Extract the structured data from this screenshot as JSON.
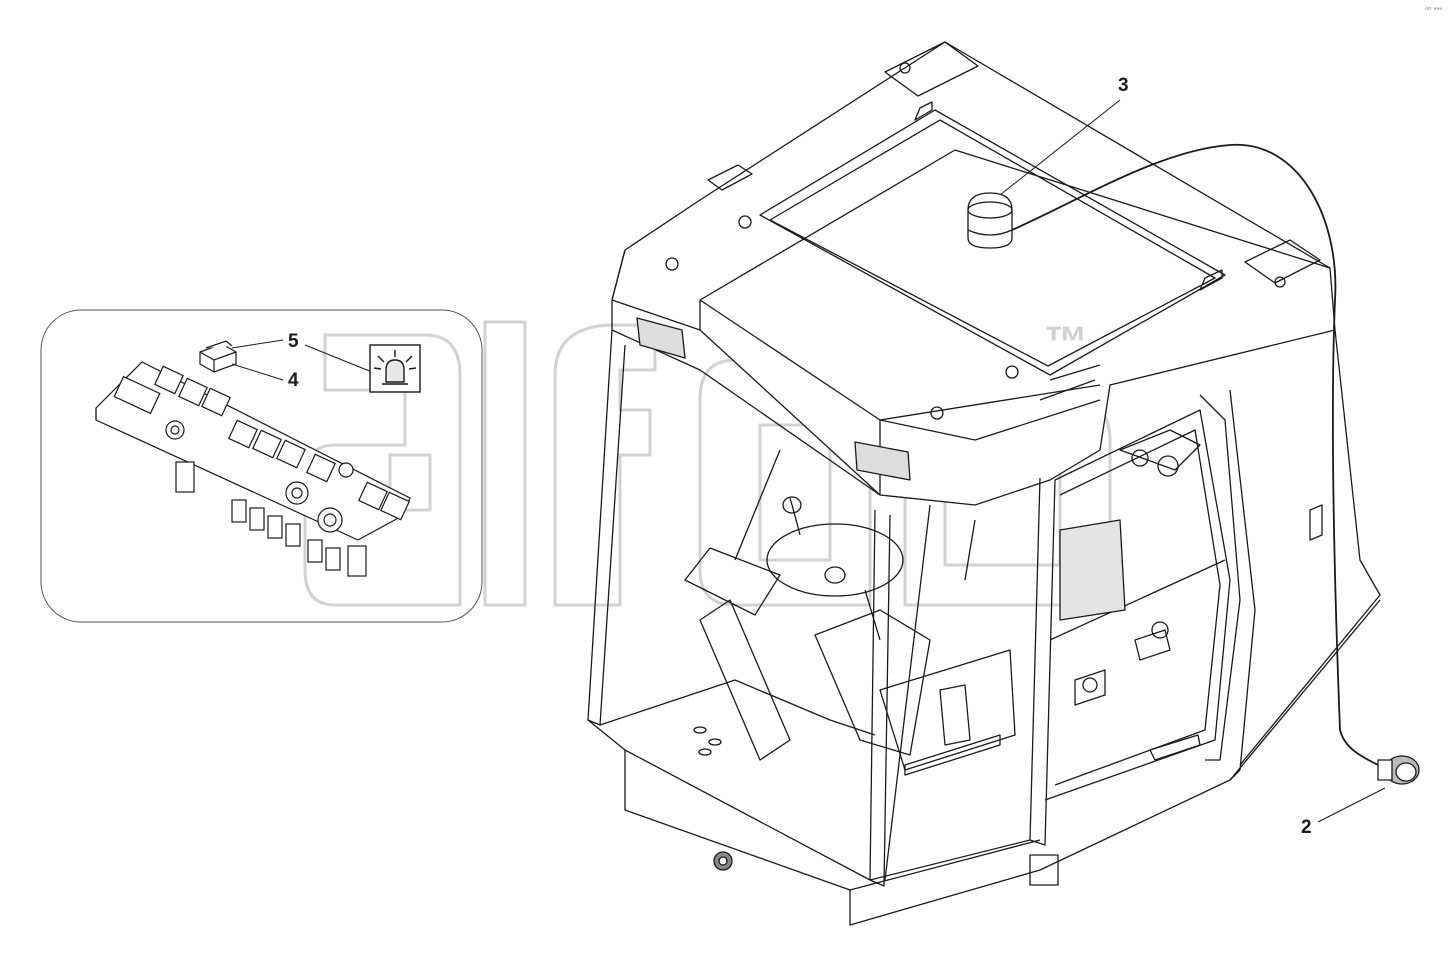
{
  "callouts": {
    "c2": "2",
    "c3": "3",
    "c4": "4",
    "c5": "5"
  },
  "watermark": {
    "letters": "alfdb",
    "tm": "™"
  },
  "corner_mark": "ᵒᴰ ᵃᵃᵃ",
  "colors": {
    "line": "#1a1a1a",
    "watermark": "#cfcfcf",
    "panel_border": "#555555"
  },
  "icons": {
    "beacon_symbol": "rotating-beacon-icon"
  }
}
